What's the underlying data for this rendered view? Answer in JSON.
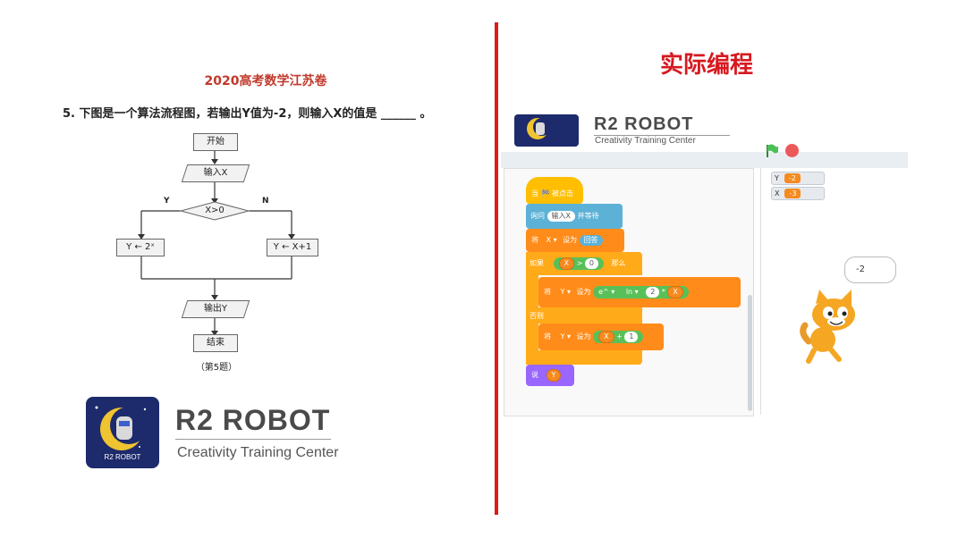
{
  "left": {
    "exam_title": "2020高考数学江苏卷",
    "question": "5. 下图是一个算法流程图，若输出Y值为-2，则输入X的值是 ______ 。",
    "flowchart": {
      "start": "开始",
      "input": "输入X",
      "condition": "X>0",
      "yes_label": "Y",
      "no_label": "N",
      "yes_branch": "Y ← 2ˣ",
      "no_branch": "Y ← X+1",
      "output": "输出Y",
      "end": "结束"
    },
    "caption": "（第5题）",
    "logo": {
      "title": "R2 ROBOT",
      "subtitle": "Creativity Training Center",
      "badge": "R2 ROBOT"
    }
  },
  "right": {
    "title": "实际编程",
    "logo": {
      "title": "R2 ROBOT",
      "subtitle": "Creativity Training Center"
    },
    "monitors": [
      {
        "name": "Y",
        "value": "-2"
      },
      {
        "name": "X",
        "value": "-3"
      }
    ],
    "speech_bubble": "-2",
    "code": {
      "hat": "当 🏁 被点击",
      "ask": "询问",
      "ask_value": "输入X",
      "ask_suffix": "并等待",
      "set1_prefix": "将",
      "set1_var": "X ▾",
      "set1_mid": "设为",
      "set1_value": "回答",
      "if_label": "如果",
      "if_var": "X",
      "if_op": ">",
      "if_num": "0",
      "then_label": "那么",
      "set2_prefix": "将",
      "set2_var": "Y ▾",
      "set2_mid": "设为",
      "set2_func": "e^ ▾",
      "set2_of": "ln ▾",
      "set2_num": "2",
      "set2_op": "*",
      "set2_var2": "X",
      "else_label": "否则",
      "set3_prefix": "将",
      "set3_var": "Y ▾",
      "set3_mid": "设为",
      "set3_var2": "X",
      "set3_op": "+",
      "set3_num": "1",
      "say_label": "说",
      "say_var": "Y"
    }
  },
  "colors": {
    "divider": "#e01919",
    "title_red": "#d71920",
    "events": "#ffbf00",
    "sensing": "#5cb1d6",
    "variables": "#ff8c1a",
    "control": "#ffab19",
    "operators": "#59c059",
    "looks": "#9966ff"
  }
}
